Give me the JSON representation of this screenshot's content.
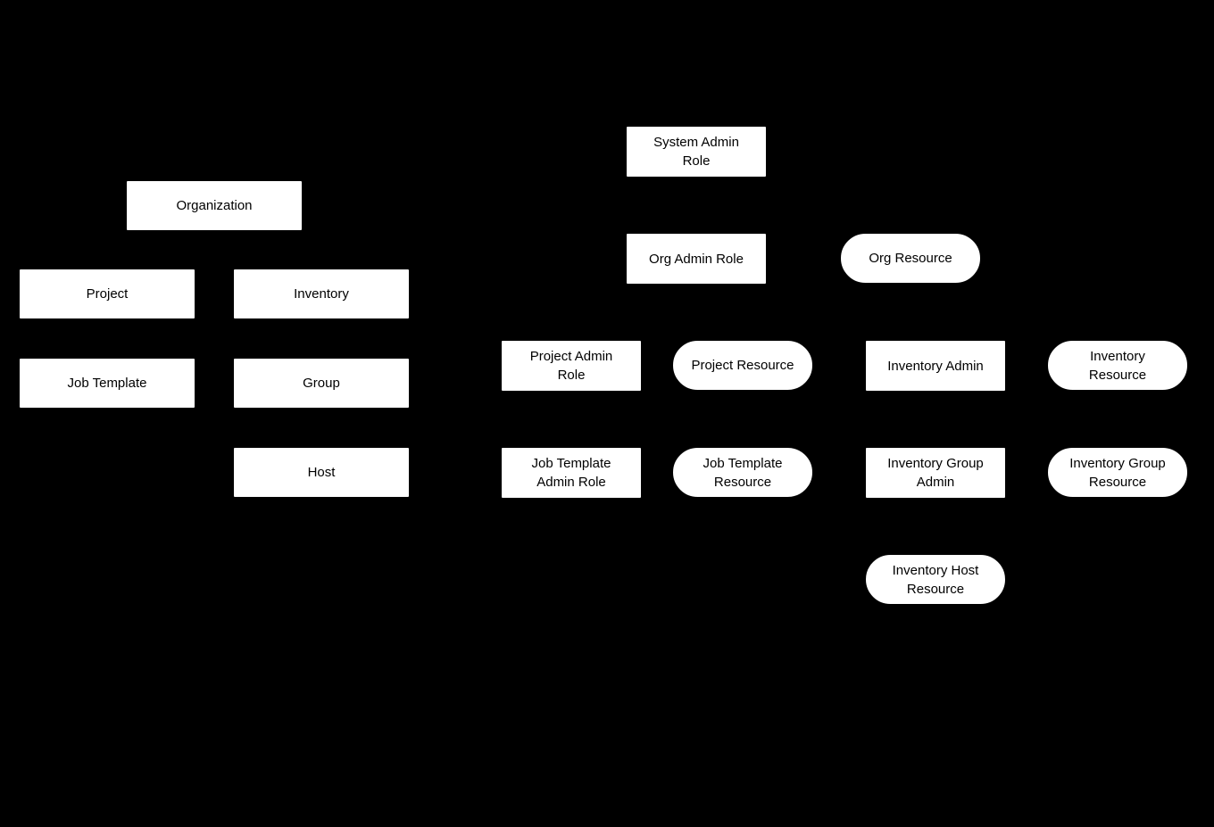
{
  "diagram": {
    "background_color": "#000000",
    "node_fill_color": "#ffffff",
    "node_text_color": "#000000",
    "nodes": [
      {
        "id": "organization",
        "label": "Organization",
        "shape": "rect"
      },
      {
        "id": "project",
        "label": "Project",
        "shape": "rect"
      },
      {
        "id": "inventory",
        "label": "Inventory",
        "shape": "rect"
      },
      {
        "id": "job-template",
        "label": "Job Template",
        "shape": "rect"
      },
      {
        "id": "group",
        "label": "Group",
        "shape": "rect"
      },
      {
        "id": "host",
        "label": "Host",
        "shape": "rect"
      },
      {
        "id": "system-admin-role",
        "label": "System Admin\nRole",
        "shape": "rect"
      },
      {
        "id": "org-admin-role",
        "label": "Org Admin Role",
        "shape": "rect"
      },
      {
        "id": "org-resource",
        "label": "Org Resource",
        "shape": "stadium"
      },
      {
        "id": "project-admin-role",
        "label": "Project Admin\nRole",
        "shape": "rect"
      },
      {
        "id": "project-resource",
        "label": "Project Resource",
        "shape": "stadium"
      },
      {
        "id": "inventory-admin",
        "label": "Inventory Admin",
        "shape": "rect"
      },
      {
        "id": "inventory-resource",
        "label": "Inventory\nResource",
        "shape": "stadium"
      },
      {
        "id": "job-template-admin-role",
        "label": "Job Template\nAdmin Role",
        "shape": "rect"
      },
      {
        "id": "job-template-resource",
        "label": "Job Template\nResource",
        "shape": "stadium"
      },
      {
        "id": "inventory-group-admin",
        "label": "Inventory Group\nAdmin",
        "shape": "rect"
      },
      {
        "id": "inventory-group-resource",
        "label": "Inventory Group\nResource",
        "shape": "stadium"
      },
      {
        "id": "inventory-host-resource",
        "label": "Inventory Host\nResource",
        "shape": "stadium"
      }
    ]
  }
}
